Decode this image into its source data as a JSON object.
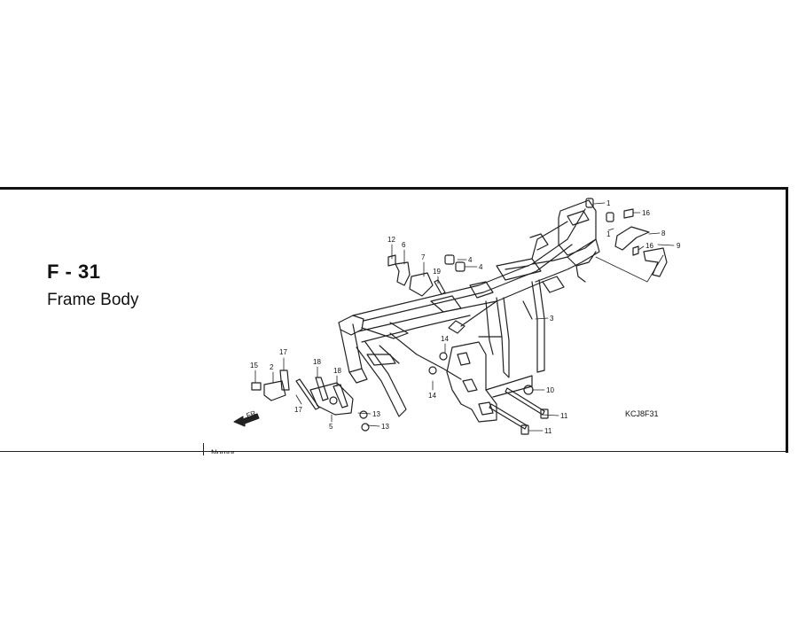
{
  "header": {
    "code": "F - 31",
    "title": "Frame Body"
  },
  "table": {
    "column_header": "Nomor"
  },
  "diagram": {
    "reference_code": "KCJ8F31",
    "direction_label": "FR.",
    "callouts": [
      {
        "id": "c1a",
        "label": "1"
      },
      {
        "id": "c1b",
        "label": "1"
      },
      {
        "id": "c16a",
        "label": "16"
      },
      {
        "id": "c8",
        "label": "8"
      },
      {
        "id": "c16b",
        "label": "16"
      },
      {
        "id": "c9",
        "label": "9"
      },
      {
        "id": "c12",
        "label": "12"
      },
      {
        "id": "c6",
        "label": "6"
      },
      {
        "id": "c7",
        "label": "7"
      },
      {
        "id": "c4a",
        "label": "4"
      },
      {
        "id": "c4b",
        "label": "4"
      },
      {
        "id": "c19",
        "label": "19"
      },
      {
        "id": "c3",
        "label": "3"
      },
      {
        "id": "c14a",
        "label": "14"
      },
      {
        "id": "c14b",
        "label": "14"
      },
      {
        "id": "c17a",
        "label": "17"
      },
      {
        "id": "c15",
        "label": "15"
      },
      {
        "id": "c2",
        "label": "2"
      },
      {
        "id": "c18a",
        "label": "18"
      },
      {
        "id": "c18b",
        "label": "18"
      },
      {
        "id": "c17b",
        "label": "17"
      },
      {
        "id": "c5",
        "label": "5"
      },
      {
        "id": "c13a",
        "label": "13"
      },
      {
        "id": "c13b",
        "label": "13"
      },
      {
        "id": "c10",
        "label": "10"
      },
      {
        "id": "c11a",
        "label": "11"
      },
      {
        "id": "c11b",
        "label": "11"
      }
    ]
  }
}
